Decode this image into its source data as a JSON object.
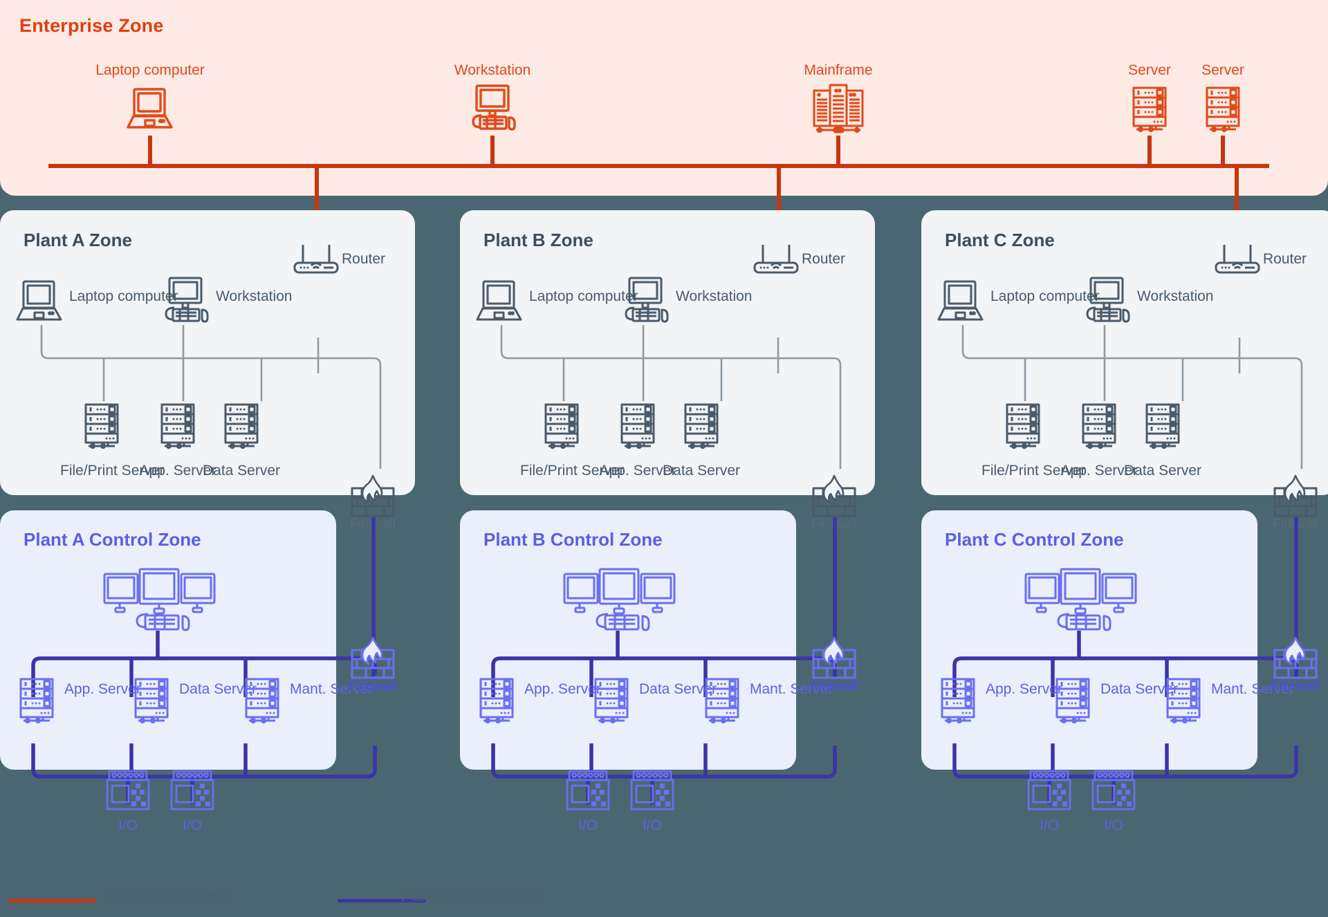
{
  "colors": {
    "page_background": "#4a6771",
    "enterprise_fill": "#fdeae4",
    "enterprise_accent": "#e03e12",
    "plant_fill": "#f2f4f5",
    "plant_accent": "#3e4e5e",
    "control_fill": "#eaeffc",
    "control_accent": "#5b5fe0",
    "enterprise_conduit": "#c7370f",
    "plant_control_conduit": "#3b34a8"
  },
  "enterprise": {
    "title": "Enterprise Zone",
    "nodes": [
      {
        "label": "Laptop computer",
        "icon": "laptop-icon"
      },
      {
        "label": "Workstation",
        "icon": "workstation-icon"
      },
      {
        "label": "Mainframe",
        "icon": "mainframe-icon"
      },
      {
        "label": "Server",
        "icon": "server-icon"
      },
      {
        "label": "Server",
        "icon": "server-icon"
      }
    ]
  },
  "plant_zones": [
    {
      "title": "Plant A Zone",
      "router": {
        "label": "Router",
        "icon": "router-icon"
      },
      "hosts": [
        {
          "label": "Laptop computer",
          "icon": "laptop-icon"
        },
        {
          "label": "Workstation",
          "icon": "workstation-icon"
        }
      ],
      "servers": [
        {
          "label": "File/Print Server",
          "icon": "server-icon"
        },
        {
          "label": "App. Server",
          "icon": "server-icon"
        },
        {
          "label": "Data Server",
          "icon": "server-icon"
        }
      ],
      "firewall": {
        "label": "Firewall",
        "icon": "firewall-icon"
      }
    },
    {
      "title": "Plant B Zone",
      "router": {
        "label": "Router",
        "icon": "router-icon"
      },
      "hosts": [
        {
          "label": "Laptop computer",
          "icon": "laptop-icon"
        },
        {
          "label": "Workstation",
          "icon": "workstation-icon"
        }
      ],
      "servers": [
        {
          "label": "File/Print Server",
          "icon": "server-icon"
        },
        {
          "label": "App. Server",
          "icon": "server-icon"
        },
        {
          "label": "Data Server",
          "icon": "server-icon"
        }
      ],
      "firewall": {
        "label": "Firewall",
        "icon": "firewall-icon"
      }
    },
    {
      "title": "Plant C Zone",
      "router": {
        "label": "Router",
        "icon": "router-icon"
      },
      "hosts": [
        {
          "label": "Laptop computer",
          "icon": "laptop-icon"
        },
        {
          "label": "Workstation",
          "icon": "workstation-icon"
        }
      ],
      "servers": [
        {
          "label": "File/Print Server",
          "icon": "server-icon"
        },
        {
          "label": "App. Server",
          "icon": "server-icon"
        },
        {
          "label": "Data Server",
          "icon": "server-icon"
        }
      ],
      "firewall": {
        "label": "Firewall",
        "icon": "firewall-icon"
      }
    }
  ],
  "control_zones": [
    {
      "title": "Plant A Control Zone",
      "hmi": {
        "icon": "triple-monitor-hmi-icon"
      },
      "servers": [
        {
          "label": "App. Server",
          "icon": "server-icon"
        },
        {
          "label": "Data Server",
          "icon": "server-icon"
        },
        {
          "label": "Mant. Server",
          "icon": "server-icon"
        }
      ],
      "io_modules": [
        {
          "label": "I/O",
          "icon": "io-module-icon"
        },
        {
          "label": "I/O",
          "icon": "io-module-icon"
        }
      ],
      "firewall": {
        "label": "Firewall",
        "icon": "firewall-icon"
      }
    },
    {
      "title": "Plant B Control Zone",
      "hmi": {
        "icon": "triple-monitor-hmi-icon"
      },
      "servers": [
        {
          "label": "App. Server",
          "icon": "server-icon"
        },
        {
          "label": "Data Server",
          "icon": "server-icon"
        },
        {
          "label": "Mant. Server",
          "icon": "server-icon"
        }
      ],
      "io_modules": [
        {
          "label": "I/O",
          "icon": "io-module-icon"
        },
        {
          "label": "I/O",
          "icon": "io-module-icon"
        }
      ],
      "firewall": {
        "label": "Firewall",
        "icon": "firewall-icon"
      }
    },
    {
      "title": "Plant C Control Zone",
      "hmi": {
        "icon": "triple-monitor-hmi-icon"
      },
      "servers": [
        {
          "label": "App. Server",
          "icon": "server-icon"
        },
        {
          "label": "Data Server",
          "icon": "server-icon"
        },
        {
          "label": "Mant. Server",
          "icon": "server-icon"
        }
      ],
      "io_modules": [
        {
          "label": "I/O",
          "icon": "io-module-icon"
        },
        {
          "label": "I/O",
          "icon": "io-module-icon"
        }
      ],
      "firewall": {
        "label": "Firewall",
        "icon": "firewall-icon"
      }
    }
  ],
  "legend": {
    "items": [
      {
        "label": "Enterprise Conduit",
        "color": "#c7370f"
      },
      {
        "label": "Plant Control Conduit",
        "color": "#3b34a8"
      }
    ]
  }
}
